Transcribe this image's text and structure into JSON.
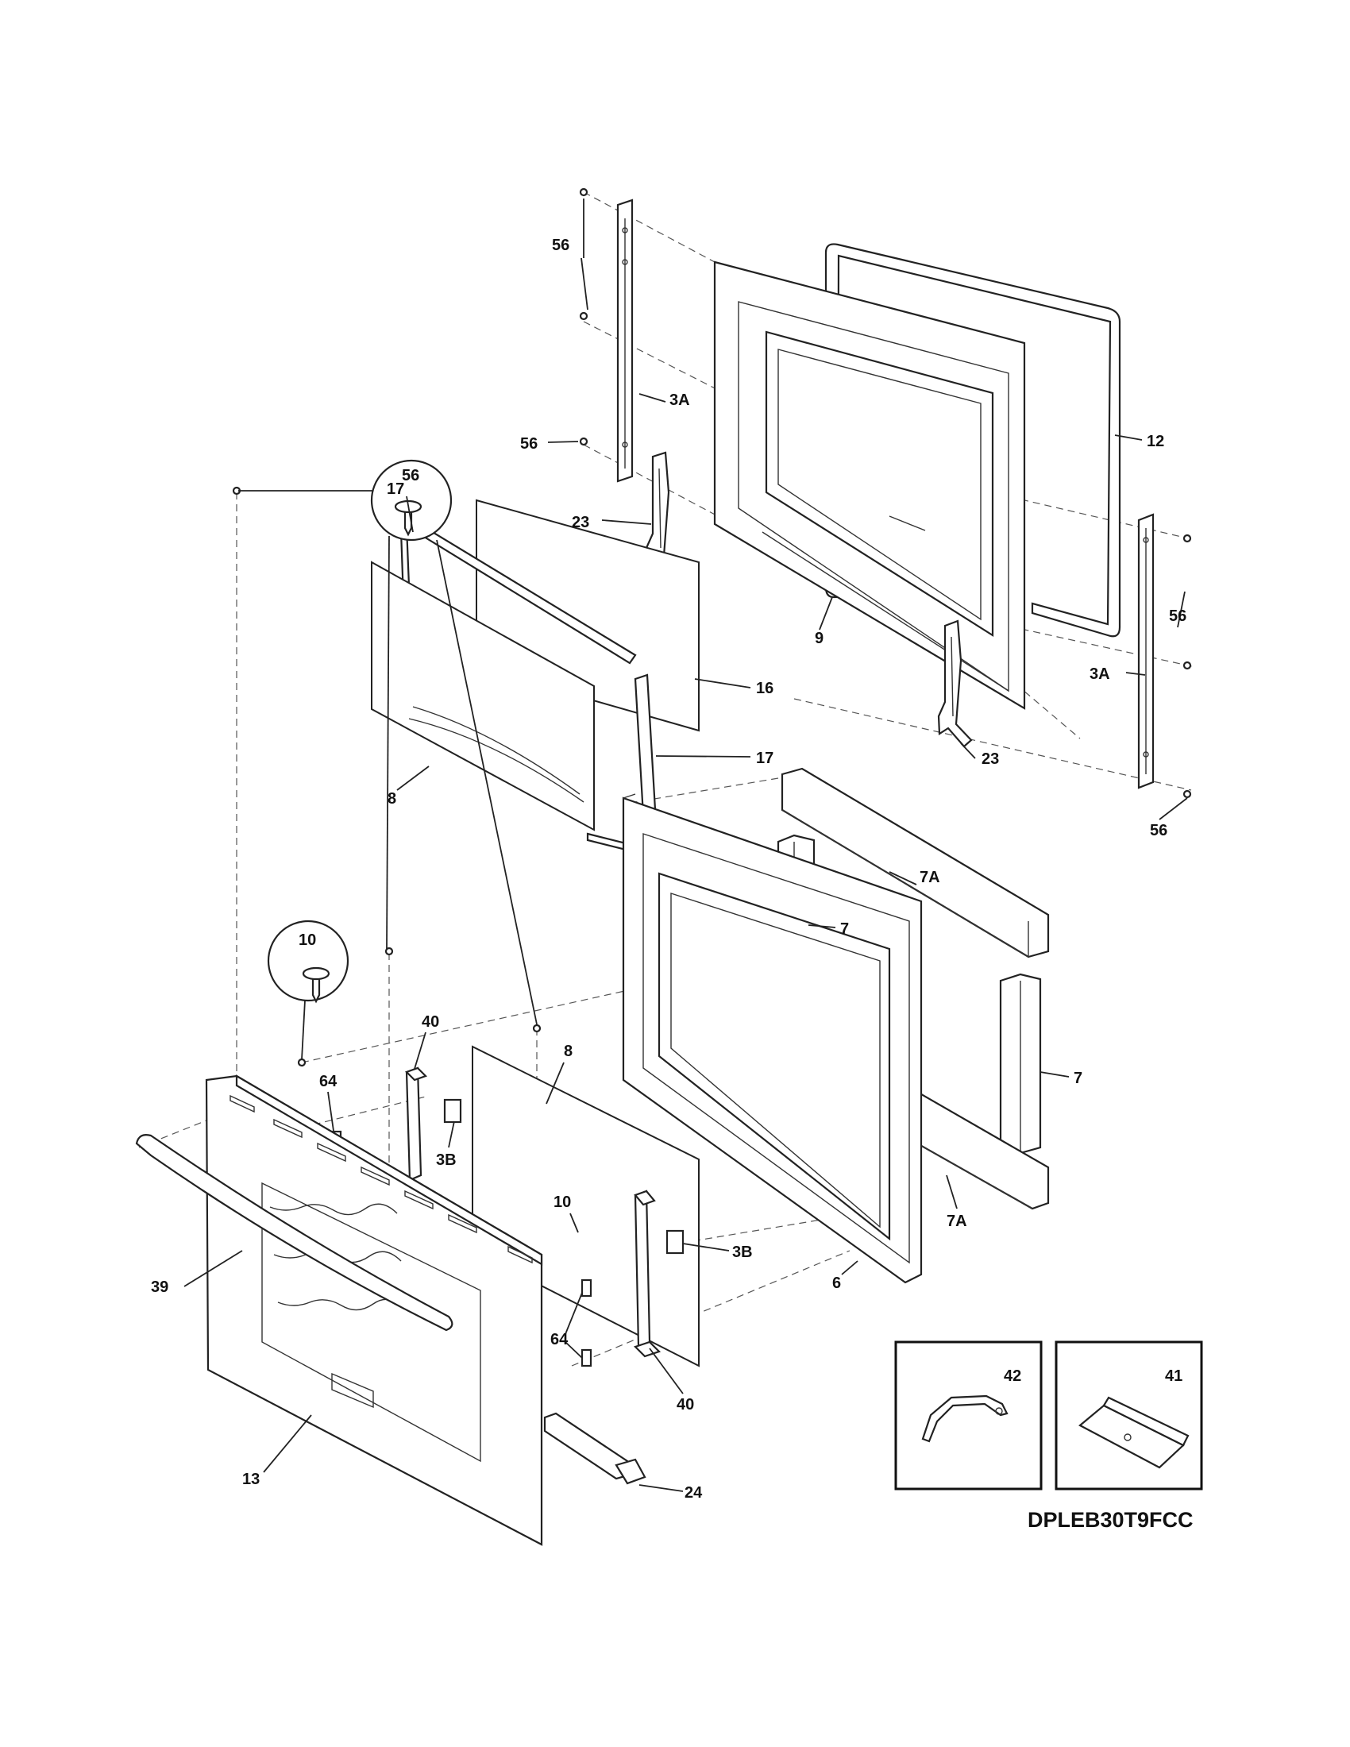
{
  "diagram": {
    "model_code": "DPLEB30T9FCC",
    "labels": {
      "p56_top": "56",
      "p56_mid": "56",
      "p3a_left": "3A",
      "p12": "12",
      "p23_left": "23",
      "p17_top": "17",
      "p16": "16",
      "p17_right": "17",
      "p8_glass": "8",
      "p9": "9",
      "p56_right": "56",
      "p3a_right": "3A",
      "p23_right": "23",
      "p56_bottom_right": "56",
      "p7a_top": "7A",
      "p7_top": "7",
      "p7_right": "7",
      "p7a_bottom": "7A",
      "p56_circle": "56",
      "p10_circle": "10",
      "p40_top": "40",
      "p8_panel": "8",
      "p64_top": "64",
      "p3b_left": "3B",
      "p10_mid": "10",
      "p3b_right": "3B",
      "p39": "39",
      "p64_bottom": "64",
      "p6": "6",
      "p40_bottom": "40",
      "p13": "13",
      "p24": "24",
      "p42": "42",
      "p41": "41"
    }
  }
}
